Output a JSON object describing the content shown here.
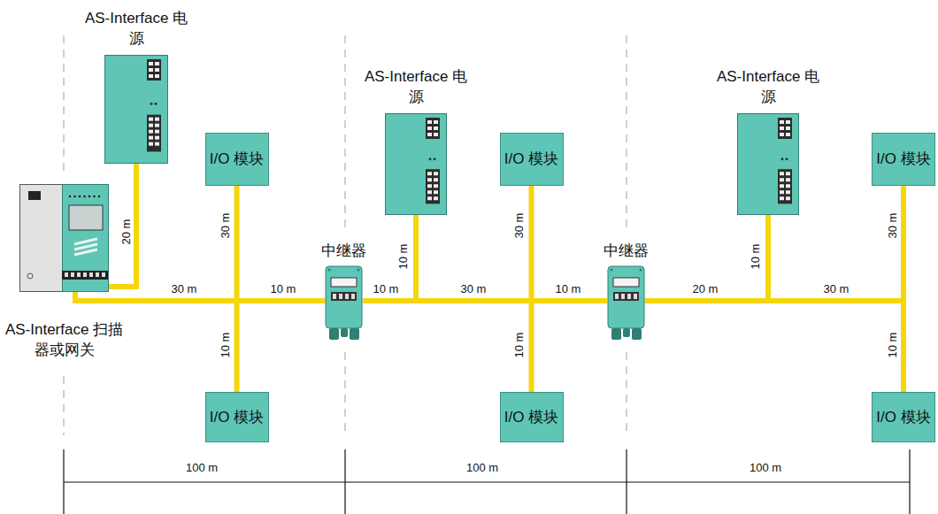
{
  "diagram": {
    "nodes": [
      {
        "text": [
          "AS-Interface 扫描器或网关"
        ]
      },
      {
        "text": [
          "AS-Interface 电源"
        ]
      },
      {
        "text": [
          "I/O 模块"
        ]
      },
      {
        "text": [
          "I/O 模块"
        ]
      },
      {
        "text": [
          "中继器"
        ]
      },
      {
        "text": [
          "AS-Interface 电源"
        ]
      },
      {
        "text": [
          "I/O 模块"
        ]
      },
      {
        "text": [
          "I/O 模块"
        ]
      },
      {
        "text": [
          "中继器"
        ]
      },
      {
        "text": [
          "AS-Interface 电源"
        ]
      },
      {
        "text": [
          "I/O 模块"
        ]
      },
      {
        "text": [
          "I/O 模块"
        ]
      }
    ],
    "edges": [
      {
        "from": 0,
        "to": 1,
        "arrow": "none"
      },
      {
        "from": 0,
        "to": 2,
        "arrow": "none"
      },
      {
        "from": 0,
        "to": 3,
        "arrow": "none"
      },
      {
        "from": 0,
        "to": 4,
        "arrow": "none"
      },
      {
        "from": 4,
        "to": 5,
        "arrow": "none"
      },
      {
        "from": 4,
        "to": 6,
        "arrow": "none"
      },
      {
        "from": 4,
        "to": 7,
        "arrow": "none"
      },
      {
        "from": 4,
        "to": 8,
        "arrow": "none"
      },
      {
        "from": 8,
        "to": 9,
        "arrow": "none"
      },
      {
        "from": 8,
        "to": 10,
        "arrow": "none"
      },
      {
        "from": 8,
        "to": 11,
        "arrow": "none"
      }
    ],
    "labels": [
      "20 m",
      "30 m",
      "30 m",
      "10 m",
      "10 m",
      "10 m",
      "10 m",
      "30 m",
      "30 m",
      "10 m",
      "10 m",
      "10 m",
      "30 m",
      "20 m",
      "30 m",
      "10 m",
      "100 m",
      "100 m",
      "100 m"
    ]
  }
}
